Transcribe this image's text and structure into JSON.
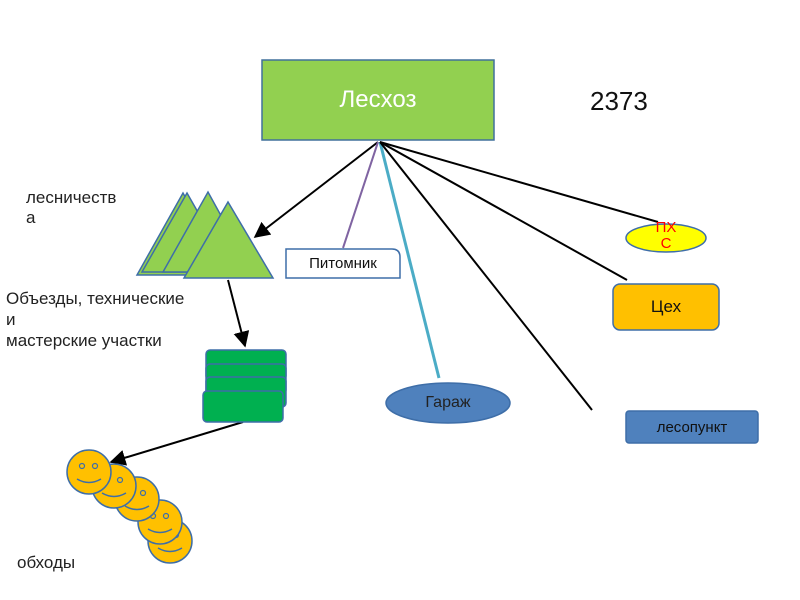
{
  "root": {
    "label": "Лесхоз",
    "fill": "#92d050",
    "stroke": "#41719c",
    "text_color": "#ffffff"
  },
  "count": "2373",
  "nodes": {
    "forestries": {
      "label_line1": "лесничеств",
      "label_line2": "а",
      "fill": "#92d050",
      "stroke": "#3e6ea8"
    },
    "sections": {
      "label_line1": "Объезды, технические",
      "label_line2": "и",
      "label_line3": "мастерские участки",
      "fill": "#00b050",
      "stroke": "#3e6ea8"
    },
    "rounds": {
      "label": "обходы",
      "fill": "#ffc000",
      "stroke": "#3e6ea8"
    },
    "nursery": {
      "label": "Питомник",
      "stroke": "#3e6ea8"
    },
    "garage": {
      "label": "Гараж",
      "fill": "#4f81bd"
    },
    "pxs": {
      "label_line1": "ПХ",
      "label_line2": "С",
      "fill": "#ffff00",
      "text_color": "#ff0000"
    },
    "workshop": {
      "label": "Цех",
      "fill": "#ffc000"
    },
    "forest_point": {
      "label": "лесопункт",
      "fill": "#4f81bd"
    }
  },
  "connectors": {
    "nursery_line_color": "#8064a2",
    "garage_line_color": "#4bacc6",
    "default_line_color": "#000000"
  }
}
